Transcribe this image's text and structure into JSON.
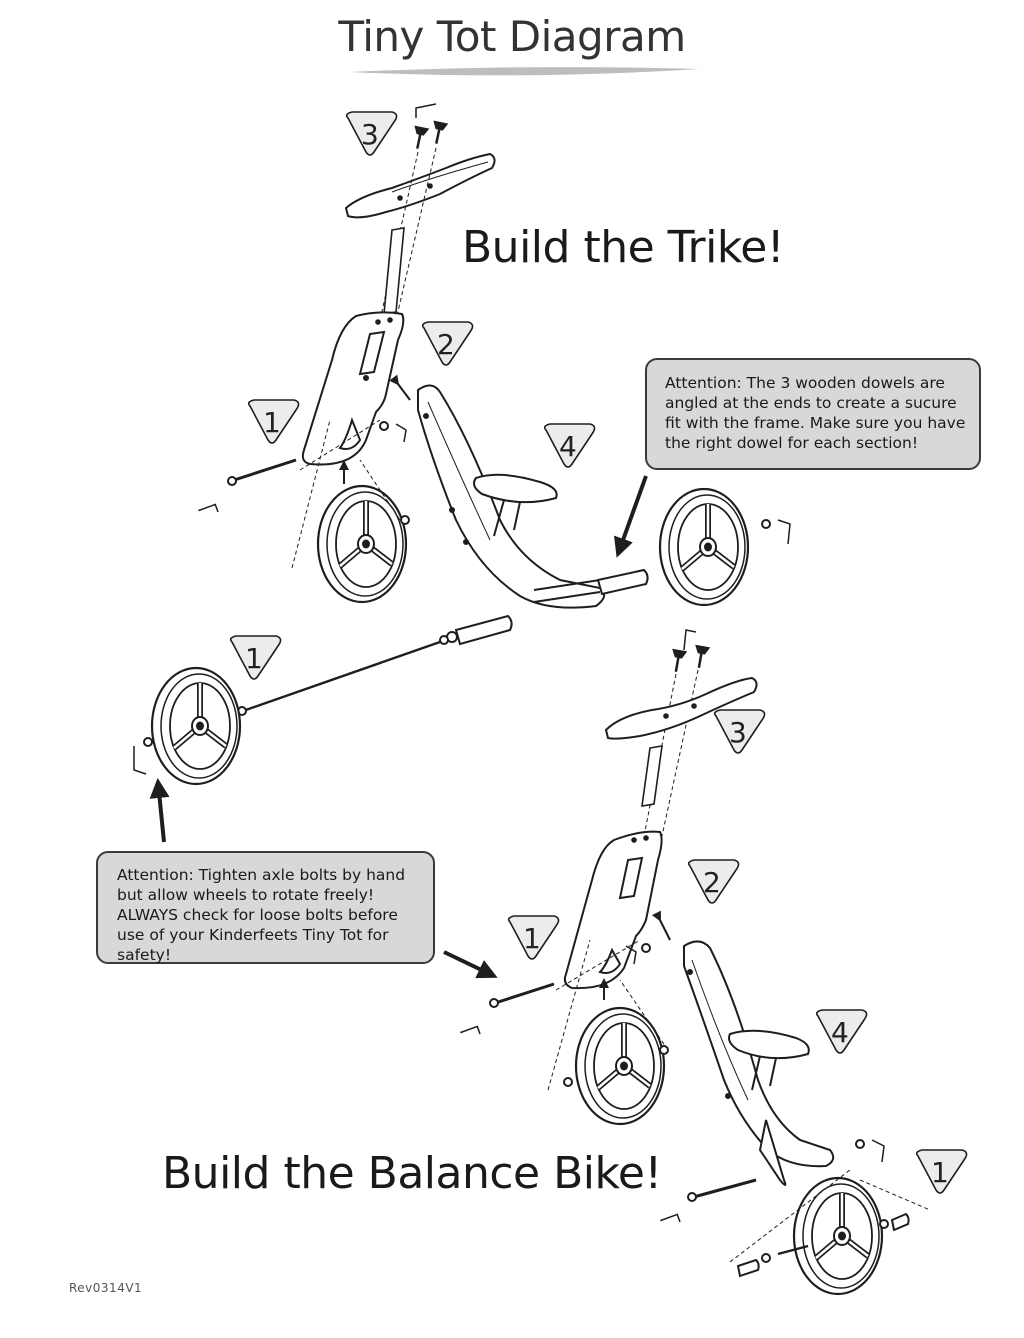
{
  "title": "Tiny Tot Diagram",
  "headings": {
    "trike": "Build the Trike!",
    "bike": "Build the Balance Bike!"
  },
  "callouts": {
    "dowels": "Attention: The 3 wooden dowels are angled at the ends to create a sucure fit with the frame. Make sure you have the right dowel for each section!",
    "bolts_line1": "Attention: Tighten axle bolts by hand but allow wheels to rotate freely!",
    "bolts_line2": "ALWAYS check for loose bolts before use of your Kinderfeets Tiny Tot for safety!"
  },
  "steps": {
    "trike_1": "1",
    "trike_2": "2",
    "trike_3": "3",
    "trike_4": "4",
    "trike_axle_1": "1",
    "bike_1_front": "1",
    "bike_2": "2",
    "bike_3": "3",
    "bike_4": "4",
    "bike_1_rear": "1"
  },
  "revision": "Rev0314V1",
  "colors": {
    "line": "#1e1e1e",
    "callout_fill": "#d8d8d8",
    "badge_fill": "#ececec"
  }
}
